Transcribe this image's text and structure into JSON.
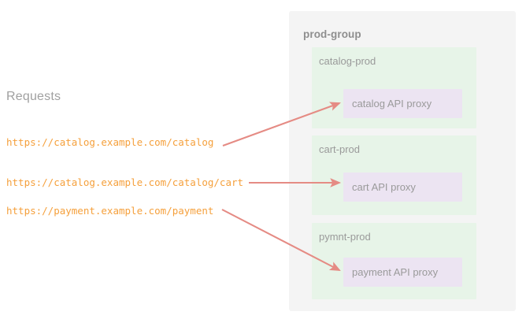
{
  "diagram": {
    "requests_section": {
      "heading": "Requests",
      "url_color": "#f5a03c",
      "urls": [
        {
          "text": "https://catalog.example.com/catalog"
        },
        {
          "text": "https://catalog.example.com/catalog/cart"
        },
        {
          "text": "https://payment.example.com/payment"
        }
      ]
    },
    "group": {
      "title": "prod-group",
      "panel_color": "#f4f4f4",
      "namespaces": [
        {
          "label": "catalog-prod",
          "box_color": "#e7f4e8",
          "proxy": {
            "label": "catalog API proxy",
            "color": "#ece4f2"
          }
        },
        {
          "label": "cart-prod",
          "box_color": "#e7f4e8",
          "proxy": {
            "label": "cart API proxy",
            "color": "#ece4f2"
          }
        },
        {
          "label": "pymnt-prod",
          "box_color": "#e7f4e8",
          "proxy": {
            "label": "payment API proxy",
            "color": "#ece4f2"
          }
        }
      ]
    },
    "arrows": {
      "color": "#e58b84",
      "connections": [
        {
          "from": "https://catalog.example.com/catalog",
          "to": "catalog API proxy"
        },
        {
          "from": "https://catalog.example.com/catalog/cart",
          "to": "cart API proxy"
        },
        {
          "from": "https://payment.example.com/payment",
          "to": "payment API proxy"
        }
      ]
    }
  }
}
